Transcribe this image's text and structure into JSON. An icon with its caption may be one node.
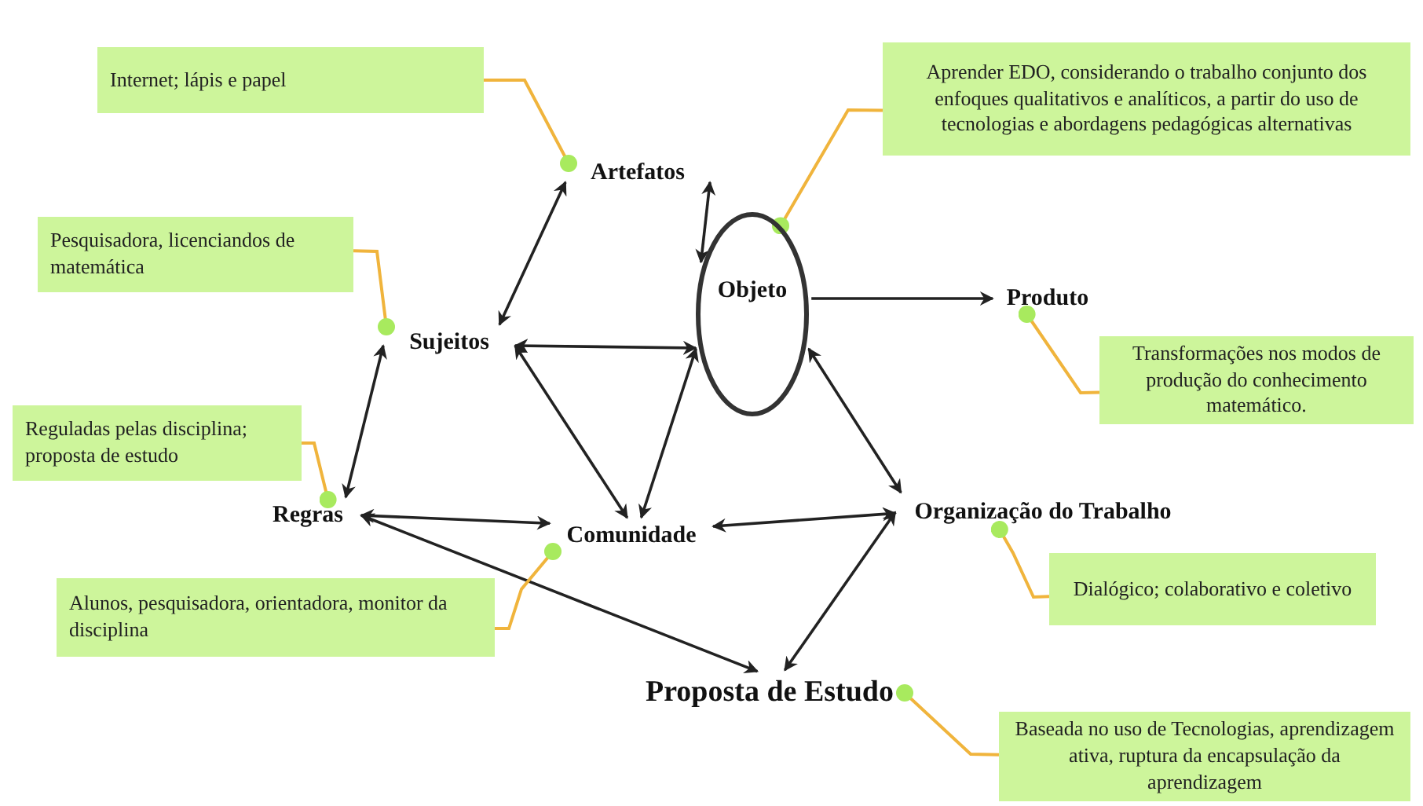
{
  "diagram": {
    "nodes": [
      {
        "text": [
          "Artefatos"
        ]
      },
      {
        "text": [
          "Objeto"
        ]
      },
      {
        "text": [
          "Sujeitos"
        ]
      },
      {
        "text": [
          "Produto"
        ]
      },
      {
        "text": [
          "Regras"
        ]
      },
      {
        "text": [
          "Comunidade"
        ]
      },
      {
        "text": [
          "Organização do Trabalho"
        ]
      },
      {
        "text": [
          "Proposta de Estudo"
        ]
      },
      {
        "text": [
          "Internet; lápis e papel"
        ]
      },
      {
        "text": [
          "Aprender EDO, considerando o trabalho conjunto dos enfoques qualitativos e analíticos, a partir do uso de tecnologias e abordagens pedagógicas alternativas"
        ]
      },
      {
        "text": [
          "Pesquisadora, licenciandos de matemática"
        ]
      },
      {
        "text": [
          "Transformações nos modos de produção do conhecimento matemático."
        ]
      },
      {
        "text": [
          "Reguladas pelas disciplina; proposta de estudo"
        ]
      },
      {
        "text": [
          "Alunos, pesquisadora, orientadora, monitor da disciplina"
        ]
      },
      {
        "text": [
          "Dialógico; colaborativo e coletivo"
        ]
      },
      {
        "text": [
          "Baseada no uso de Tecnologias, aprendizagem ativa, ruptura da encapsulação da aprendizagem"
        ]
      }
    ],
    "edges": [
      {
        "from": 0,
        "to": 2,
        "arrow": "both"
      },
      {
        "from": 0,
        "to": 1,
        "arrow": "both"
      },
      {
        "from": 2,
        "to": 1,
        "arrow": "both"
      },
      {
        "from": 2,
        "to": 4,
        "arrow": "both"
      },
      {
        "from": 2,
        "to": 5,
        "arrow": "both"
      },
      {
        "from": 1,
        "to": 5,
        "arrow": "both"
      },
      {
        "from": 1,
        "to": 6,
        "arrow": "both"
      },
      {
        "from": 4,
        "to": 5,
        "arrow": "both"
      },
      {
        "from": 5,
        "to": 6,
        "arrow": "both"
      },
      {
        "from": 4,
        "to": 7,
        "arrow": "both"
      },
      {
        "from": 6,
        "to": 7,
        "arrow": "both"
      },
      {
        "from": 1,
        "to": 3,
        "arrow": "to"
      },
      {
        "from": 8,
        "to": 0,
        "arrow": "other",
        "color": "#f0b43c"
      },
      {
        "from": 9,
        "to": 1,
        "arrow": "other",
        "color": "#f0b43c"
      },
      {
        "from": 10,
        "to": 2,
        "arrow": "other",
        "color": "#f0b43c"
      },
      {
        "from": 11,
        "to": 3,
        "arrow": "other",
        "color": "#f0b43c"
      },
      {
        "from": 12,
        "to": 4,
        "arrow": "other",
        "color": "#f0b43c"
      },
      {
        "from": 13,
        "to": 5,
        "arrow": "other",
        "color": "#f0b43c"
      },
      {
        "from": 14,
        "to": 6,
        "arrow": "other",
        "color": "#f0b43c"
      },
      {
        "from": 15,
        "to": 7,
        "arrow": "other",
        "color": "#f0b43c"
      }
    ]
  }
}
